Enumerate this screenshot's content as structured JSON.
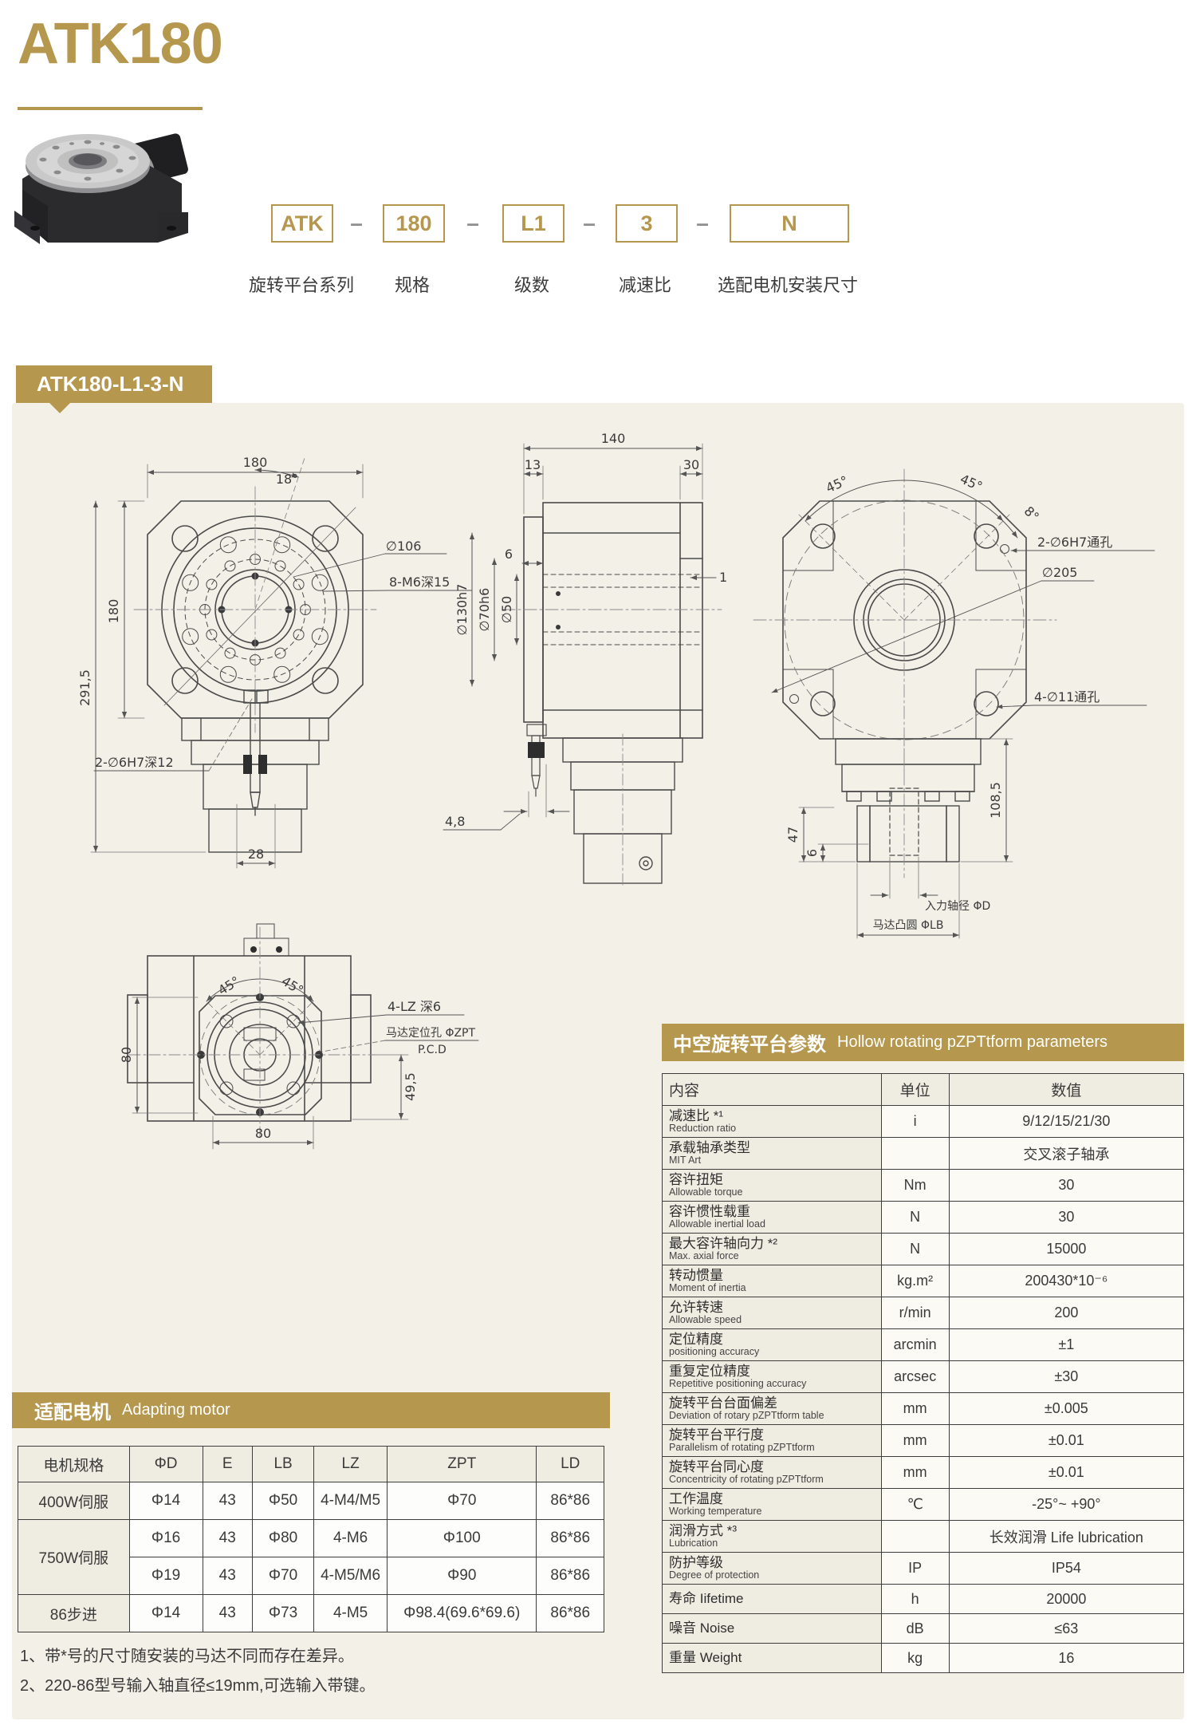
{
  "page": {
    "title": "ATK180",
    "section_tab": "ATK180-L1-3-N"
  },
  "model_code": {
    "separator": "–",
    "segments": [
      {
        "code": "ATK",
        "label": "旋转平台系列"
      },
      {
        "code": "180",
        "label": "规格"
      },
      {
        "code": "L1",
        "label": "级数"
      },
      {
        "code": "3",
        "label": "减速比"
      },
      {
        "code": "N",
        "label": "选配电机安装尺寸"
      }
    ]
  },
  "colors": {
    "gold": "#b5974d",
    "panel": "#f3f0e8",
    "line": "#4a4a4a"
  },
  "drawings": {
    "front": {
      "dim_w": "180",
      "angle": "18°",
      "dim_h": "180",
      "dim_total": "291,5",
      "bolt_circle": "∅106",
      "tap": "8-M6深15",
      "pin": "2-∅6H7深12",
      "dim_28": "28"
    },
    "side": {
      "dim_140": "140",
      "dim_13": "13",
      "dim_30": "30",
      "dim_6": "6",
      "dim_1": "1",
      "d130": "∅130h7",
      "d70": "∅70h6",
      "d50": "∅50",
      "dim_48": "4,8"
    },
    "rear": {
      "a45l": "45°",
      "a45r": "45°",
      "a8": "8°",
      "pin_holes": "2-∅6H7通孔",
      "d205": "∅205",
      "through": "4-∅11通孔",
      "dim_1085": "108,5",
      "dim_47": "47",
      "dim_6": "6",
      "shaft": "入力轴径 ΦD",
      "boss": "马达凸圆 ΦLB"
    },
    "bottom": {
      "a45l": "45°",
      "a45r": "45°",
      "lz": "4-LZ 深6",
      "zpt": "马达定位孔 ΦZPT",
      "pcd": "P.C.D",
      "dim_80l": "80",
      "dim_495": "49,5",
      "dim_80b": "80"
    }
  },
  "params": {
    "title_cn": "中空旋转平台参数",
    "title_en": "Hollow rotating pZPTtform parameters",
    "headers": [
      "内容",
      "单位",
      "数值"
    ],
    "rows": [
      {
        "cn": "减速比 *¹",
        "en": "Reduction ratio",
        "unit": "i",
        "value": "9/12/15/21/30"
      },
      {
        "cn": "承载轴承类型",
        "en": "MIT Art",
        "unit": "",
        "value": "交叉滚子轴承"
      },
      {
        "cn": "容许扭矩",
        "en": "Allowable torque",
        "unit": "Nm",
        "value": "30"
      },
      {
        "cn": "容许惯性载重",
        "en": "Allowable inertial load",
        "unit": "N",
        "value": "30"
      },
      {
        "cn": "最大容许轴向力 *²",
        "en": "Max. axial force",
        "unit": "N",
        "value": "15000"
      },
      {
        "cn": "转动惯量",
        "en": "Moment of inertia",
        "unit": "kg.m²",
        "value": "200430*10⁻⁶"
      },
      {
        "cn": "允许转速",
        "en": "Allowable speed",
        "unit": "r/min",
        "value": "200"
      },
      {
        "cn": "定位精度",
        "en": "positioning accuracy",
        "unit": "arcmin",
        "value": "±1"
      },
      {
        "cn": "重复定位精度",
        "en": "Repetitive positioning accuracy",
        "unit": "arcsec",
        "value": "±30"
      },
      {
        "cn": "旋转平台台面偏差",
        "en": "Deviation of rotary pZPTtform table",
        "unit": "mm",
        "value": "±0.005"
      },
      {
        "cn": "旋转平台平行度",
        "en": "Parallelism of rotating pZPTtform",
        "unit": "mm",
        "value": "±0.01"
      },
      {
        "cn": "旋转平台同心度",
        "en": "Concentricity of rotating pZPTtform",
        "unit": "mm",
        "value": "±0.01"
      },
      {
        "cn": "工作温度",
        "en": "Working temperature",
        "unit": "℃",
        "value": "-25°~ +90°"
      },
      {
        "cn": "润滑方式 *³",
        "en": "Lubrication",
        "unit": "",
        "value": "长效润滑 Life lubrication"
      },
      {
        "cn": "防护等级",
        "en": "Degree of protection",
        "unit": "IP",
        "value": "IP54"
      },
      {
        "cn": "寿命 Iifetime",
        "en": "",
        "unit": "h",
        "value": "20000"
      },
      {
        "cn": "噪音 Noise",
        "en": "",
        "unit": "dB",
        "value": "≤63"
      },
      {
        "cn": "重量 Weight",
        "en": "",
        "unit": "kg",
        "value": "16"
      }
    ]
  },
  "motor": {
    "title_cn": "适配电机",
    "title_en": "Adapting motor",
    "headers": [
      "电机规格",
      "ΦD",
      "E",
      "LB",
      "LZ",
      "ZPT",
      "LD"
    ],
    "rows": [
      {
        "spec": "400W伺服",
        "d": "Φ14",
        "e": "43",
        "lb": "Φ50",
        "lz": "4-M4/M5",
        "zpt": "Φ70",
        "ld": "86*86"
      },
      {
        "spec": "750W伺服",
        "d": "Φ16",
        "e": "43",
        "lb": "Φ80",
        "lz": "4-M6",
        "zpt": "Φ100",
        "ld": "86*86"
      },
      {
        "spec": "",
        "d": "Φ19",
        "e": "43",
        "lb": "Φ70",
        "lz": "4-M5/M6",
        "zpt": "Φ90",
        "ld": "86*86"
      },
      {
        "spec": "86步进",
        "d": "Φ14",
        "e": "43",
        "lb": "Φ73",
        "lz": "4-M5",
        "zpt": "Φ98.4(69.6*69.6)",
        "ld": "86*86"
      }
    ]
  },
  "notes": [
    "1、带*号的尺寸随安装的马达不同而存在差异。",
    "2、220-86型号输入轴直径≤19mm,可选输入带键。"
  ]
}
